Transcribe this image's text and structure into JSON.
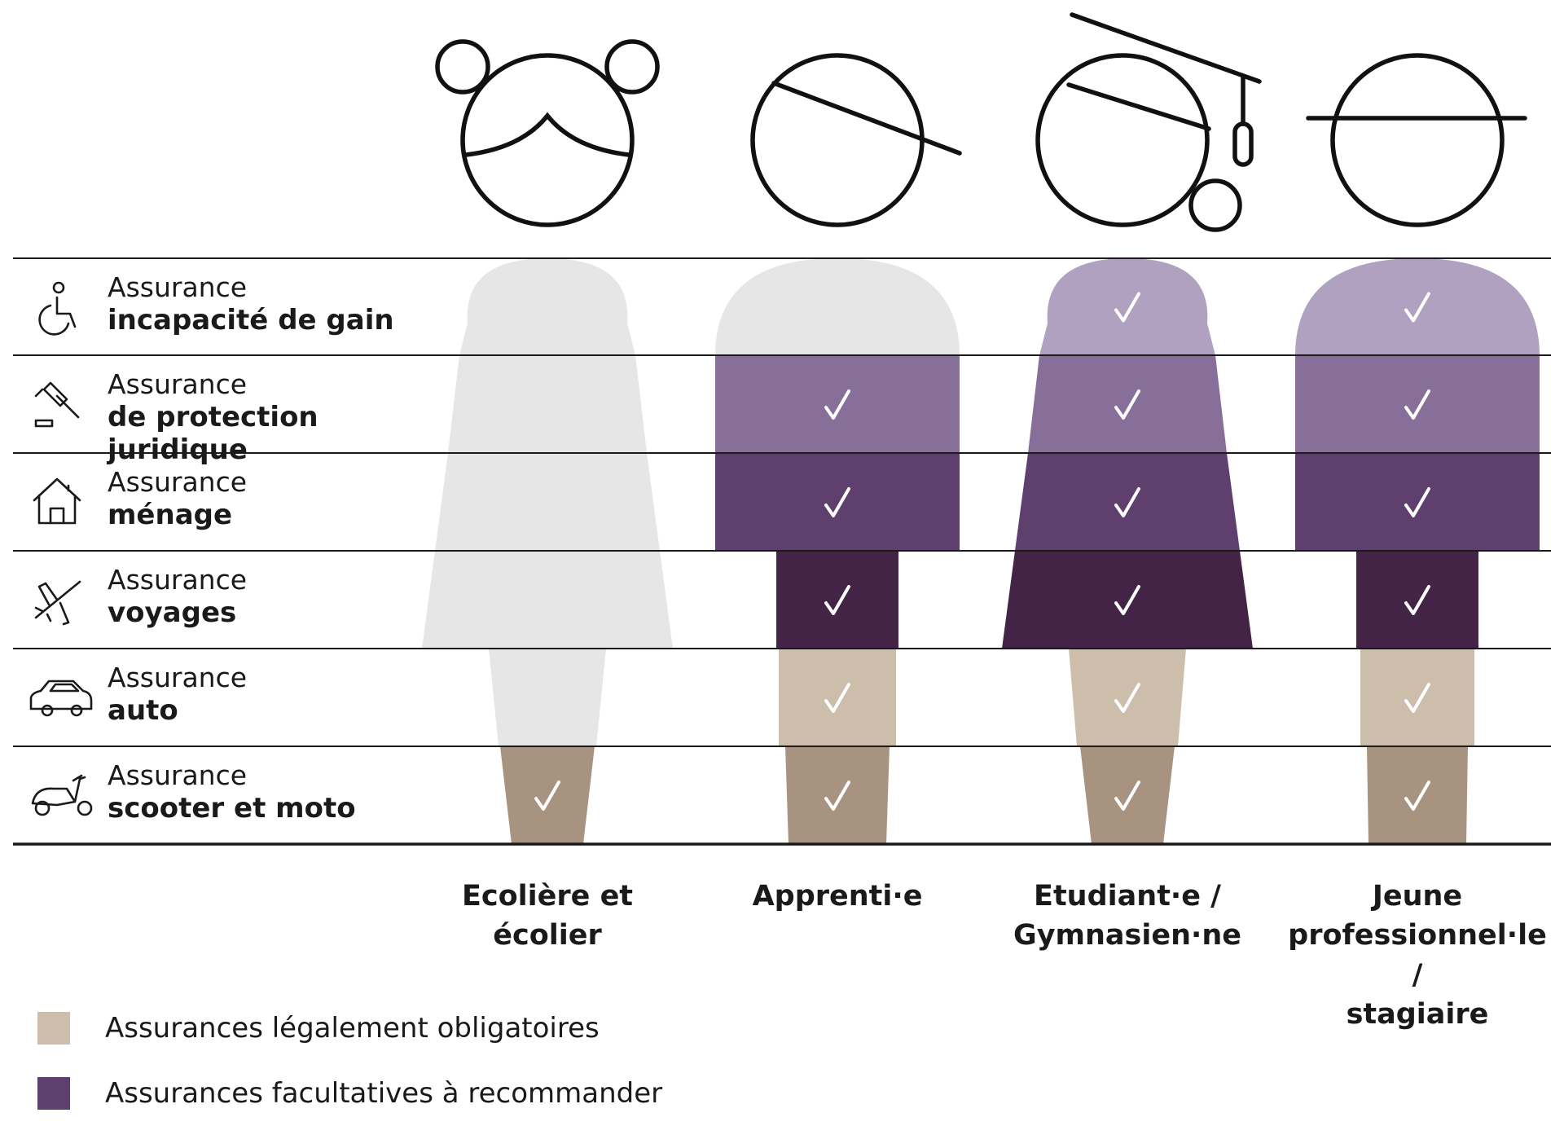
{
  "rows": [
    {
      "line1": "Assurance",
      "line2": "incapacité de gain",
      "icon": "wheelchair-icon"
    },
    {
      "line1": "Assurance",
      "line2": "de protection juridique",
      "icon": "gavel-icon"
    },
    {
      "line1": "Assurance",
      "line2": "ménage",
      "icon": "house-icon"
    },
    {
      "line1": "Assurance",
      "line2": "voyages",
      "icon": "airplane-icon"
    },
    {
      "line1": "Assurance",
      "line2": "auto",
      "icon": "car-icon"
    },
    {
      "line1": "Assurance",
      "line2": "scooter et moto",
      "icon": "scooter-icon"
    }
  ],
  "columns": [
    {
      "label": [
        "Ecolière et écolier"
      ],
      "avatar": "pigtails-face-icon",
      "cells": [
        "none",
        "none",
        "none",
        "none",
        "none",
        "legal_checked"
      ]
    },
    {
      "label": [
        "Apprenti·e"
      ],
      "avatar": "side-part-face-icon",
      "cells": [
        "none",
        "optional",
        "optional",
        "optional",
        "legal",
        "legal_checked"
      ]
    },
    {
      "label": [
        "Etudiant·e /",
        "Gymnasien·ne"
      ],
      "avatar": "graduation-cap-face-icon",
      "cells": [
        "optional",
        "optional",
        "optional",
        "optional",
        "legal",
        "legal_checked"
      ]
    },
    {
      "label": [
        "Jeune",
        "professionnel·le /",
        "stagiaire"
      ],
      "avatar": "glasses-face-icon",
      "cells": [
        "optional",
        "optional",
        "optional",
        "optional",
        "legal",
        "legal_checked"
      ]
    }
  ],
  "legend": [
    {
      "label": "Assurances légalement obligatoires",
      "color": "#cdbdab"
    },
    {
      "label": "Assurances facultatives à recommander",
      "color": "#5f3f6e"
    }
  ],
  "colors": {
    "inactive": "#e6e6e6",
    "optional": [
      "#afa1bf",
      "#876f99",
      "#5f3f6e",
      "#432446"
    ],
    "legal": [
      "#cdbdab",
      "#a89381"
    ],
    "line": "#1a1a1a",
    "check": "#ffffff"
  }
}
